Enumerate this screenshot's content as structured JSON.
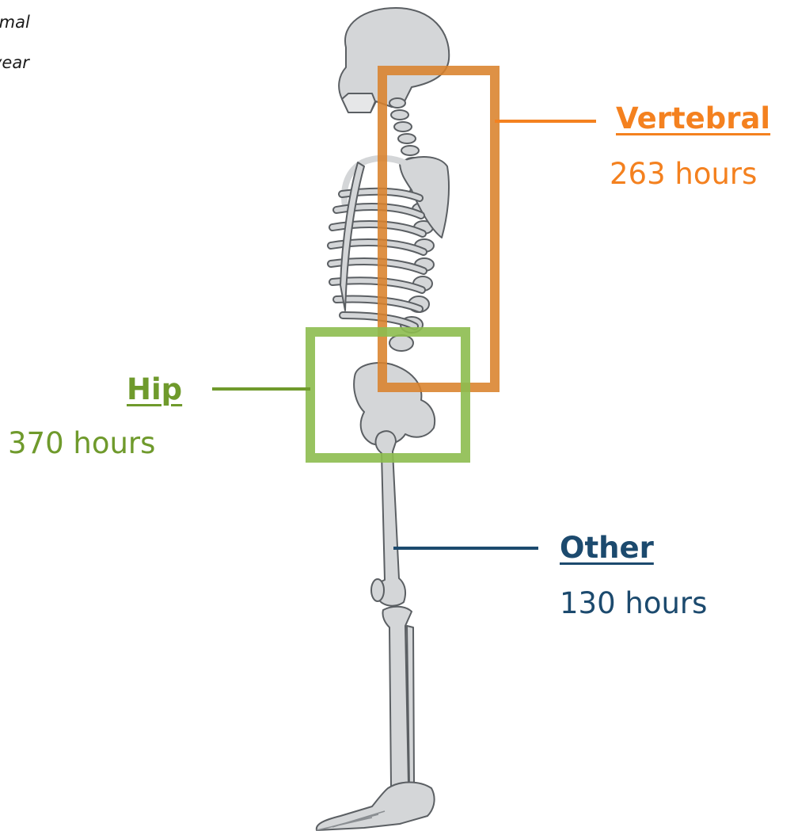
{
  "caption": {
    "line1": "rmal",
    "line2": "year"
  },
  "regions": [
    {
      "key": "vertebral",
      "name": "Vertebral",
      "hours": "263 hours",
      "color": "#f4811f",
      "box_color": "#d9822b"
    },
    {
      "key": "hip",
      "name": "Hip",
      "hours": "370 hours",
      "color": "#6f9a2c",
      "box_color": "#8dbd4f"
    },
    {
      "key": "other",
      "name": "Other",
      "hours": "130 hours",
      "color": "#1c4a6e",
      "box_color": "#1c4a6e"
    }
  ],
  "figure": {
    "icon": "skeleton-lateral-view-icon",
    "bone_color": "#d4d6d8",
    "outline_color": "#5b5f63"
  }
}
